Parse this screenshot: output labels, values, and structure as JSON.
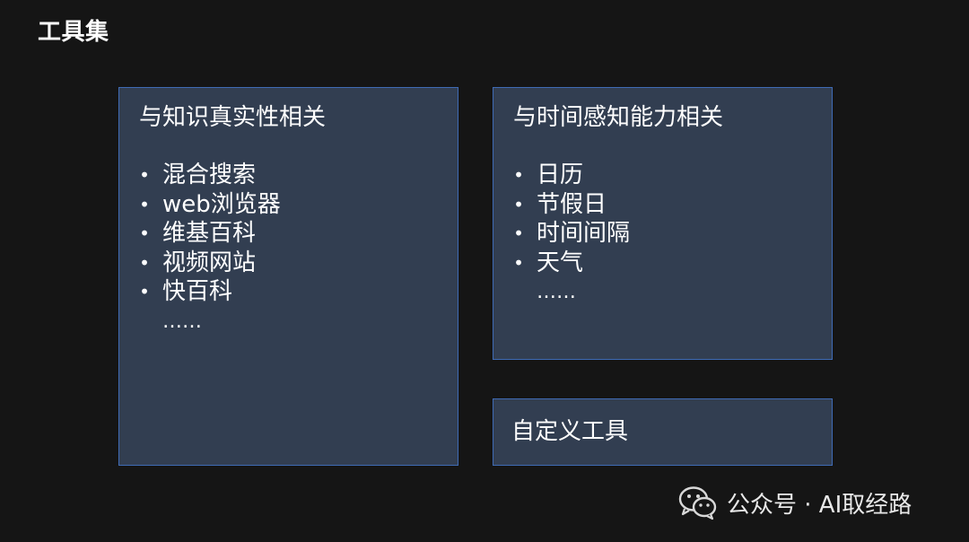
{
  "page_title": "工具集",
  "cards": {
    "knowledge": {
      "title": "与知识真实性相关",
      "items": [
        "混合搜索",
        "web浏览器",
        "维基百科",
        "视频网站",
        "快百科"
      ],
      "more": "……"
    },
    "time": {
      "title": "与时间感知能力相关",
      "items": [
        "日历",
        "节假日",
        "时间间隔",
        "天气"
      ],
      "more": "……"
    },
    "custom": {
      "title": "自定义工具"
    }
  },
  "bullet_symbol": "•",
  "watermark": {
    "icon": "wechat-icon",
    "text": "公众号 · AI取经路"
  }
}
